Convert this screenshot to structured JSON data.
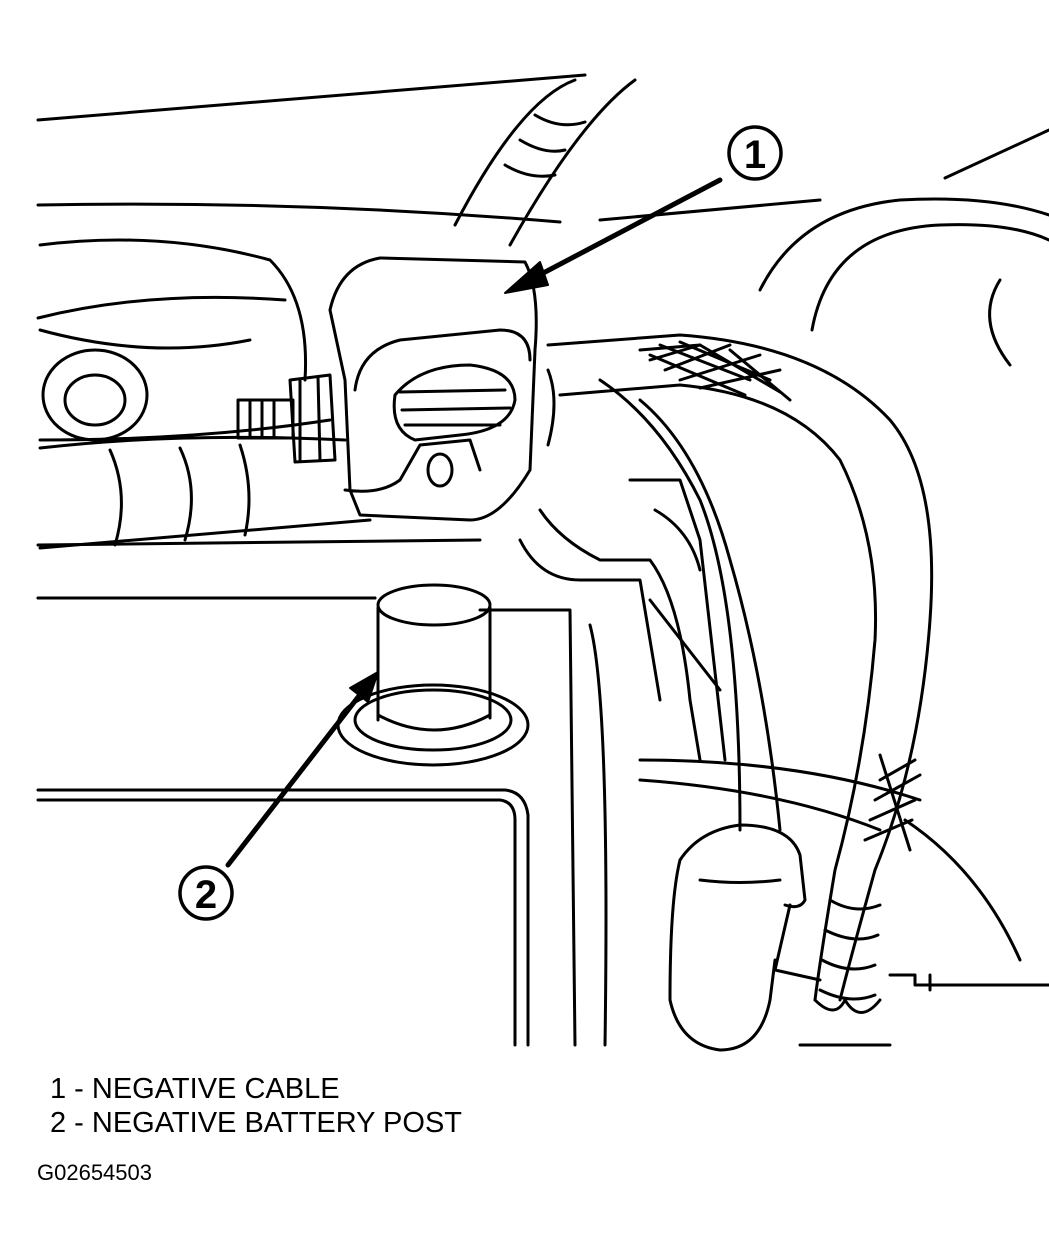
{
  "callouts": [
    {
      "number": "1"
    },
    {
      "number": "2"
    }
  ],
  "legend": [
    {
      "text": "1 - NEGATIVE CABLE"
    },
    {
      "text": "2 - NEGATIVE BATTERY POST"
    }
  ],
  "figure_id": "G02654503",
  "colors": {
    "ink": "#000000",
    "paper": "#ffffff"
  }
}
